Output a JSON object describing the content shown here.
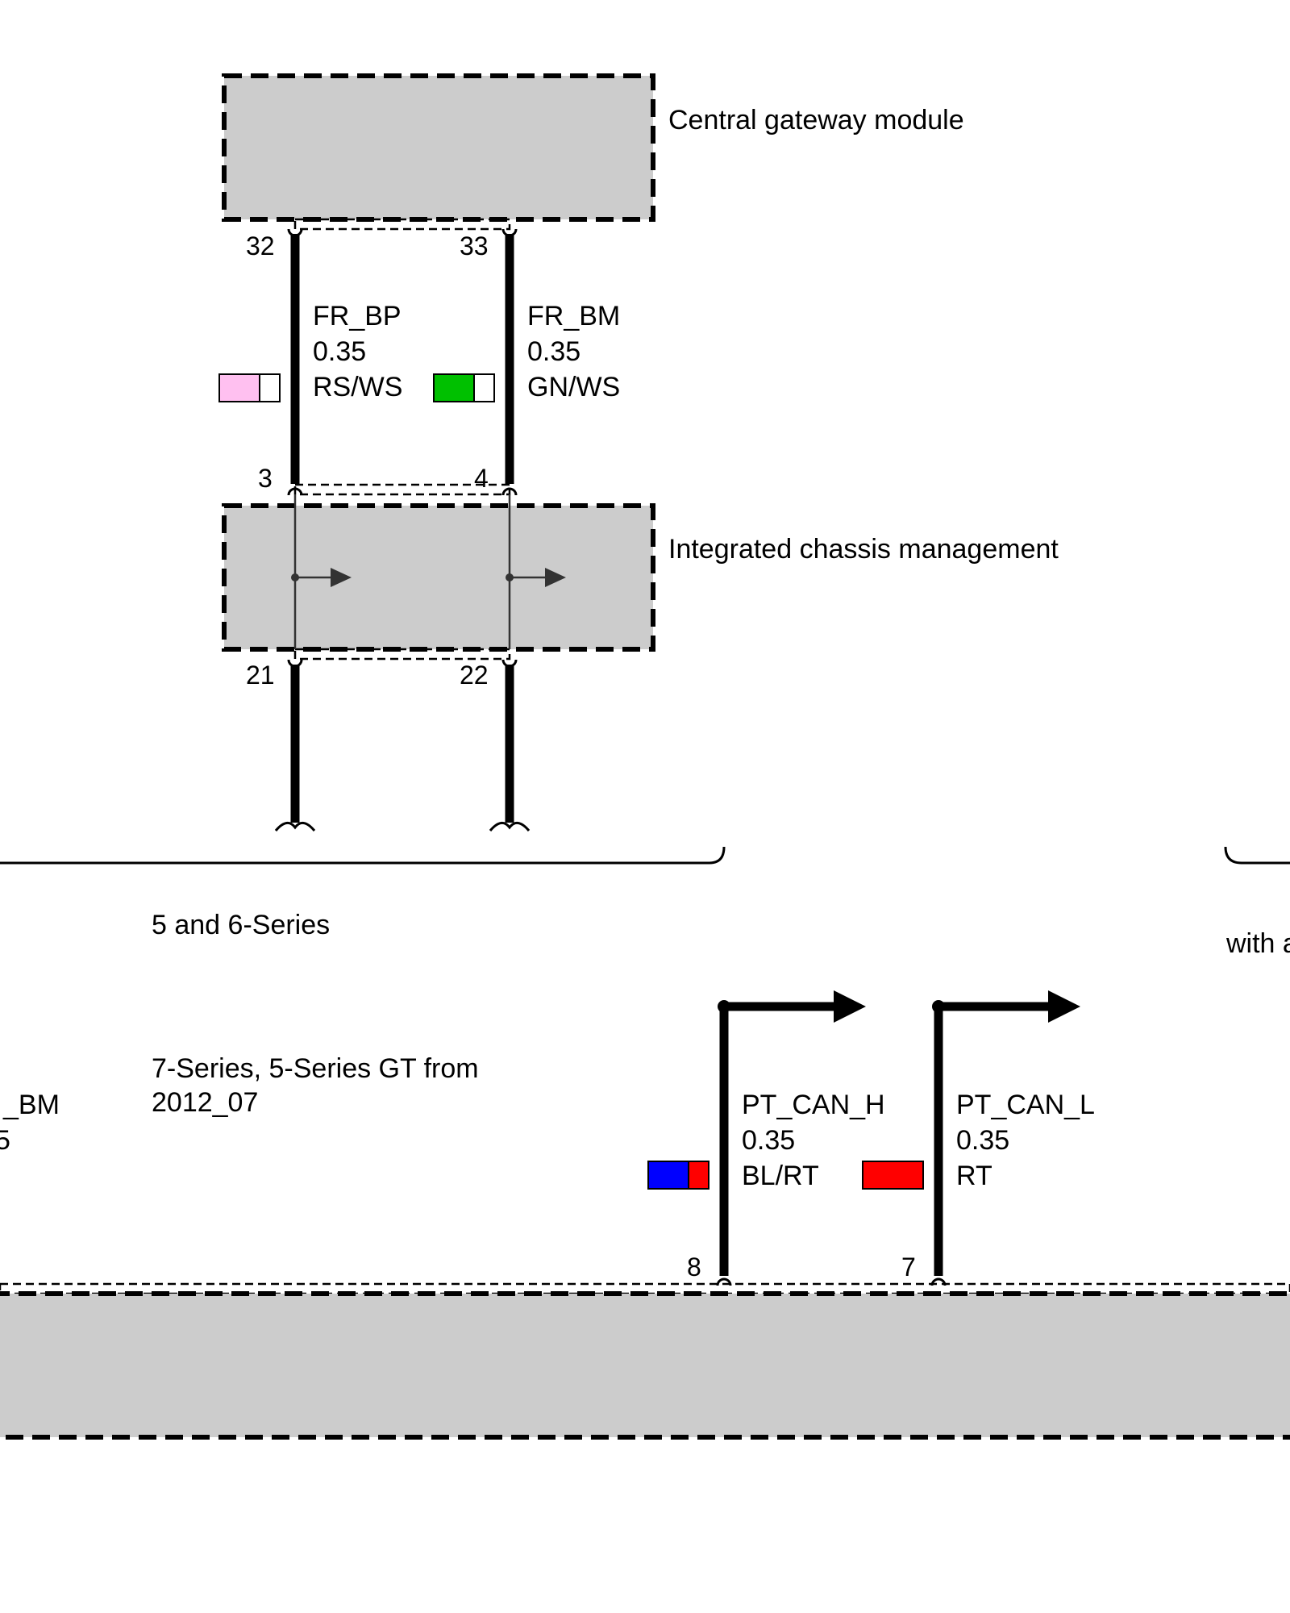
{
  "modules": {
    "gateway": {
      "label": "Central gateway module"
    },
    "chassis": {
      "label": "Integrated chassis management"
    }
  },
  "pins": {
    "gw_left": "32",
    "gw_right": "33",
    "icm_top_left": "3",
    "icm_top_right": "4",
    "icm_bottom_left": "21",
    "icm_bottom_right": "22",
    "bottom_left": "8",
    "bottom_right": "7"
  },
  "wires": {
    "fr_bp": {
      "signal": "FR_BP",
      "gauge": "0.35",
      "color_code": "RS/WS",
      "color_primary": "#ffc0f0",
      "color_secondary": "#ffffff"
    },
    "fr_bm": {
      "signal": "FR_BM",
      "gauge": "0.35",
      "color_code": "GN/WS",
      "color_primary": "#00c000",
      "color_secondary": "#ffffff"
    },
    "pt_can_h": {
      "signal": "PT_CAN_H",
      "gauge": "0.35",
      "color_code": "BL/RT",
      "color_primary": "#0000ff",
      "color_secondary": "#ff0000"
    },
    "pt_can_l": {
      "signal": "PT_CAN_L",
      "gauge": "0.35",
      "color_code": "RT",
      "color_primary": "#ff0000",
      "color_secondary": "#ff0000"
    }
  },
  "variants": {
    "series_5_6": "5 and 6-Series",
    "series_7_line1": "7-Series, 5-Series GT from",
    "series_7_line2": "2012_07",
    "right_partial": "with a"
  },
  "left_partial": {
    "signal": "_BM",
    "gauge": "5"
  }
}
